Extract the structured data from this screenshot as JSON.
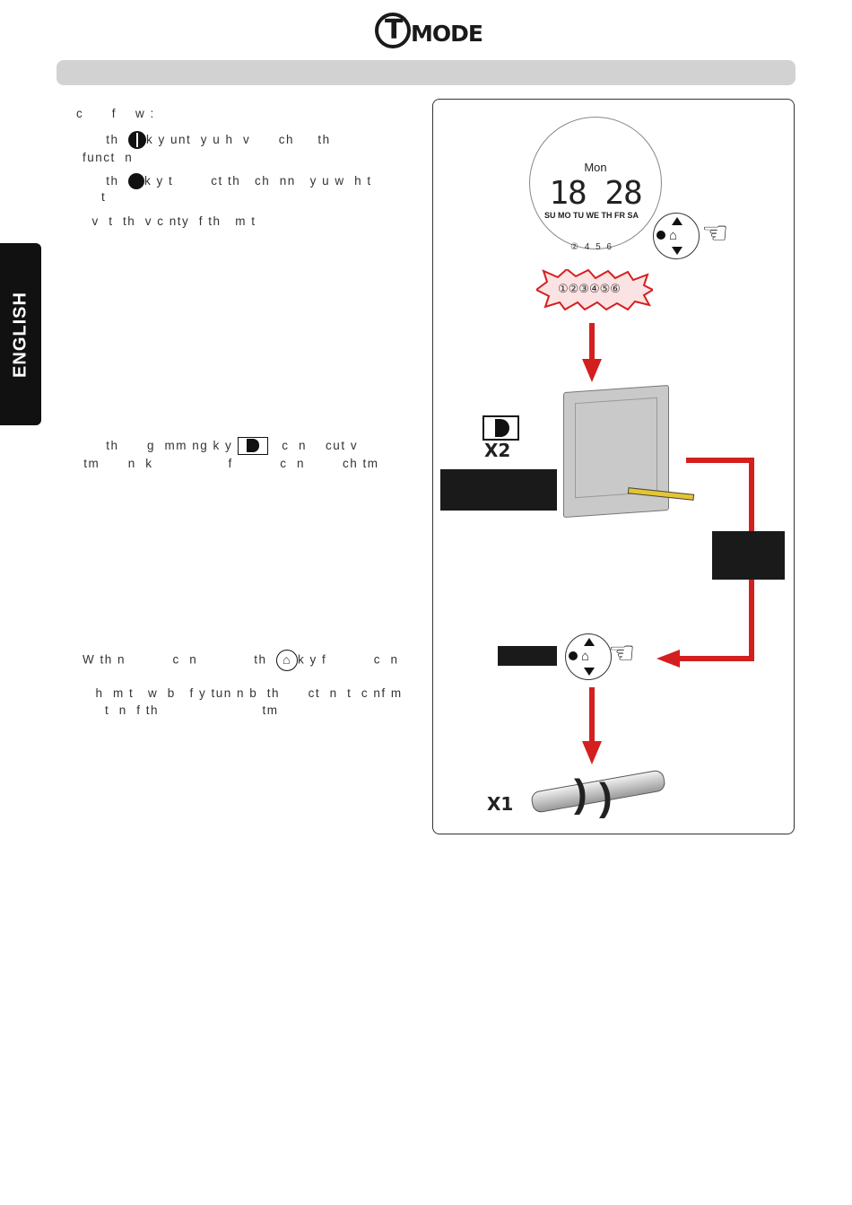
{
  "brand": {
    "logo_letter": "T",
    "logo_word": "MODE"
  },
  "side_tab": {
    "label": "ENGLISH"
  },
  "text": {
    "line1": "c      f    w :",
    "step1a_pre": "     th  ",
    "step1a_post": "k y unt  y u h  v      ch     th",
    "step1b": "funct  n",
    "step2a_pre": "     th  ",
    "step2a_post": "k y t        ct th   ch  nn   y u w  h t",
    "step2b": "    t",
    "step3": "  v  t  th  v c nty  f th   m t",
    "step4a_pre": "     th      g  mm ng k y ",
    "step4a_post": "   c  n    cut v",
    "step4b": " tm      n  k                f          c  n        ch tm",
    "step5a_pre": "W th n          c  n            th  ",
    "step5a_post": "k y f          c  n",
    "step5b": "  h  m t   w  b   f y tun n b  th      ct  n  t  c nf m",
    "step5c": "    t  n  f th                      tm"
  },
  "figure": {
    "display_day": "Mon",
    "display_time": "18 28",
    "display_days": "SU MO TU WE TH FR SA",
    "display_channels": "② 4 5 6",
    "burst_channels": "①②③④⑤⑥",
    "x2_label": "X2",
    "x1_label": "X1"
  },
  "icons": {
    "key_round": "round-key-icon",
    "key_select": "select-key-icon",
    "key_p": "programming-key-icon",
    "key_home": "home-key-icon"
  }
}
